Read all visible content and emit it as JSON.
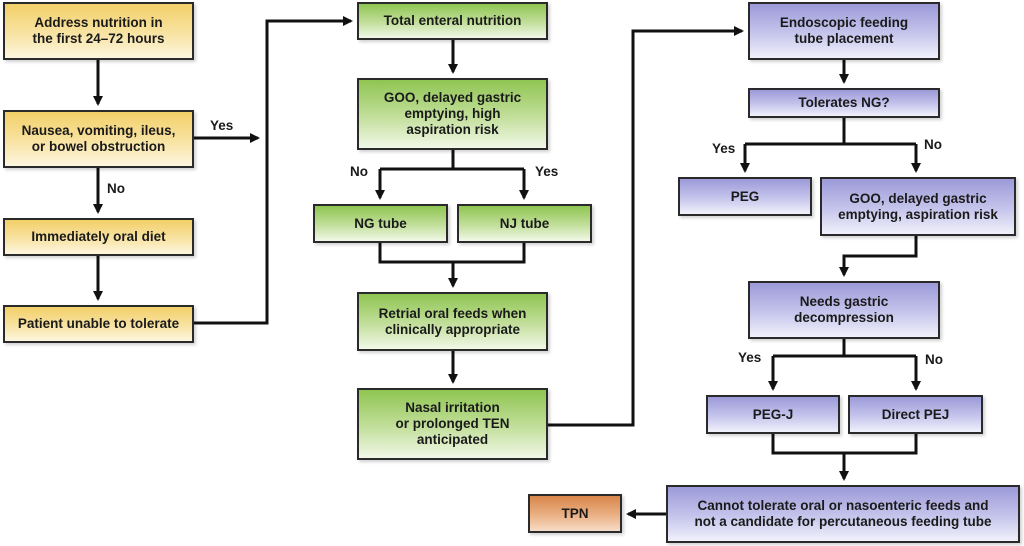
{
  "diagram": {
    "colors": {
      "initial": "#f2cf68",
      "enteral": "#8fc552",
      "endoscopic": "#9c9ad8",
      "parenteral": "#d9864a",
      "connector": "#111111"
    },
    "nodes": {
      "address_nutrition": "Address nutrition in\nthe first 24–72 hours",
      "nausea": "Nausea, vomiting, ileus,\nor bowel obstruction",
      "oral_diet": "Immediately oral diet",
      "unable_tolerate": "Patient unable to tolerate",
      "total_enteral": "Total enteral nutrition",
      "goo_high_risk": "GOO, delayed gastric\nemptying, high\naspiration risk",
      "ng_tube": "NG tube",
      "nj_tube": "NJ tube",
      "retrial_oral": "Retrial oral feeds when\nclinically appropriate",
      "nasal_irritation": "Nasal irritation\nor prolonged TEN\nanticipated",
      "endoscopic_placement": "Endoscopic feeding\ntube placement",
      "tolerates_ng": "Tolerates NG?",
      "peg": "PEG",
      "goo_aspiration": "GOO, delayed gastric\nemptying, aspiration risk",
      "needs_decompression": "Needs gastric\ndecompression",
      "peg_j": "PEG-J",
      "direct_pej": "Direct PEJ",
      "cannot_tolerate": "Cannot tolerate oral or nasoenteric feeds and\nnot a candidate for percutaneous feeding tube",
      "tpn": "TPN"
    },
    "labels": {
      "nausea_yes": "Yes",
      "nausea_no": "No",
      "goo_no": "No",
      "goo_yes": "Yes",
      "tolerates_yes": "Yes",
      "tolerates_no": "No",
      "decompression_yes": "Yes",
      "decompression_no": "No"
    }
  }
}
